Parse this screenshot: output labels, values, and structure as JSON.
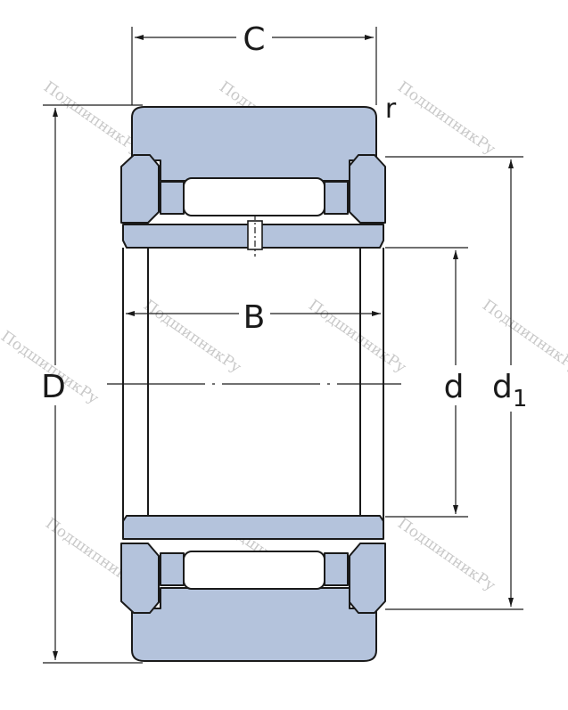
{
  "labels": {
    "C": "C",
    "r": "r",
    "B": "B",
    "D": "D",
    "d": "d",
    "d1_main": "d",
    "d1_sub": "1"
  },
  "watermark": {
    "text": "ПодшипникРу"
  },
  "colors": {
    "part_fill": "#b4c3dc",
    "line": "#1a1a1a",
    "watermark": "#c9c9c9",
    "background": "#ffffff"
  }
}
